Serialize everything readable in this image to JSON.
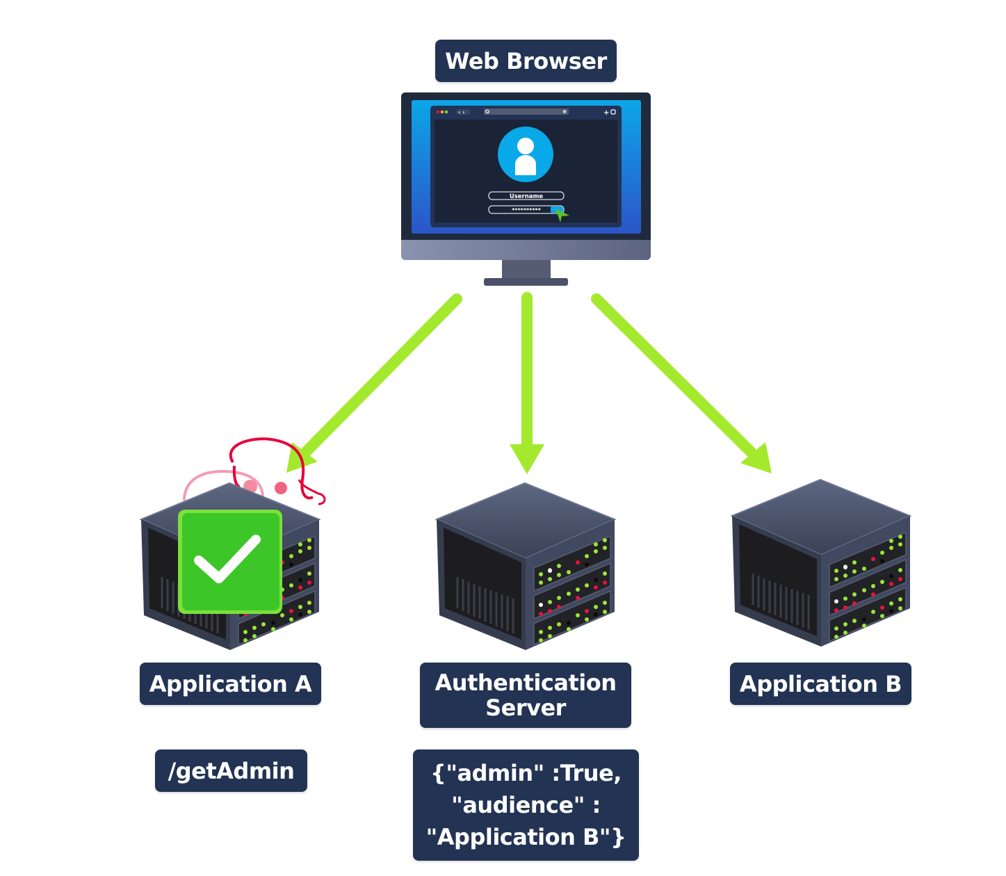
{
  "diagram": {
    "title": "Web Browser",
    "colors": {
      "label_bg": "#223353",
      "label_text": "#ffffff",
      "arrow": "#a4e92e",
      "check_green": "#3cc628",
      "skull_red": "#e8003a",
      "server_body": "#3c4458",
      "led_green": "#9be53a",
      "led_red": "#e8123c"
    },
    "browser": {
      "label": "Web Browser",
      "screen": {
        "username_field": "Username",
        "password_field": "**********"
      },
      "icons": [
        "user-avatar-icon",
        "cursor-arrow-icon",
        "search-icon",
        "refresh-icon",
        "plus-icon",
        "back-icon",
        "forward-icon"
      ]
    },
    "nodes": [
      {
        "id": "app-a",
        "label": "Application A",
        "note": "/getAdmin",
        "status": "check-icon",
        "overlay": "skull-crossbones-icon"
      },
      {
        "id": "auth",
        "label": "Authentication\nServer",
        "note": "{\"admin\" :True,\n\"audience\" :\n\"Application B\"}"
      },
      {
        "id": "app-b",
        "label": "Application B"
      }
    ],
    "edges": [
      {
        "from": "browser",
        "to": "app-a"
      },
      {
        "from": "browser",
        "to": "auth"
      },
      {
        "from": "browser",
        "to": "app-b"
      }
    ]
  }
}
